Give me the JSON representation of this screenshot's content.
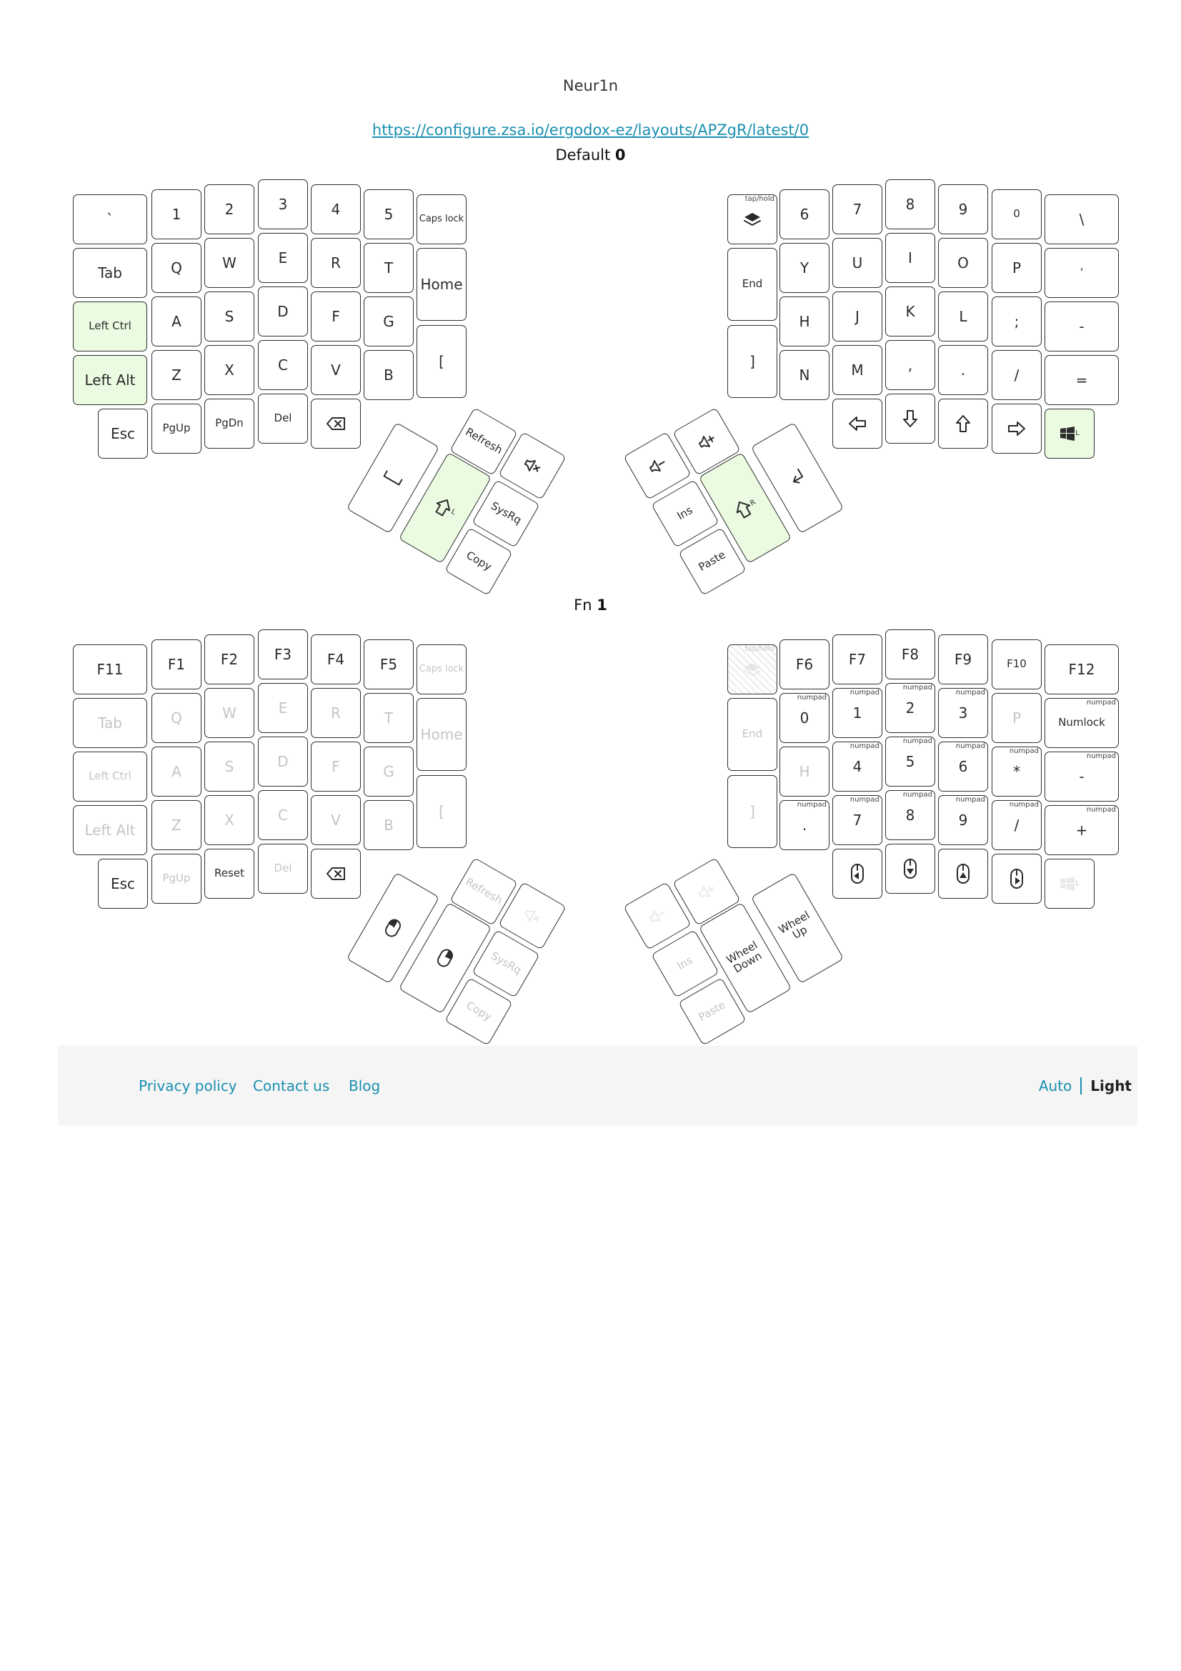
{
  "page": {
    "title": "Neur1n",
    "url": "https://configure.zsa.io/ergodox-ez/layouts/APZgR/latest/0"
  },
  "colors": {
    "highlight": "#ebfbe2",
    "link": "#1a8fb0",
    "dimmed_text": "#c4c4c4"
  },
  "layers": [
    {
      "name": "Default",
      "number": "0",
      "keys": {
        "L00": {
          "label": "`"
        },
        "L01": {
          "label": "1"
        },
        "L02": {
          "label": "2"
        },
        "L03": {
          "label": "3"
        },
        "L04": {
          "label": "4"
        },
        "L05": {
          "label": "5"
        },
        "L06": {
          "label": "Caps lock"
        },
        "L10": {
          "label": "Tab"
        },
        "L11": {
          "label": "Q"
        },
        "L12": {
          "label": "W"
        },
        "L13": {
          "label": "E"
        },
        "L14": {
          "label": "R"
        },
        "L15": {
          "label": "T"
        },
        "L16": {
          "label": "Home"
        },
        "L20": {
          "label": "Left Ctrl"
        },
        "L21": {
          "label": "A"
        },
        "L22": {
          "label": "S"
        },
        "L23": {
          "label": "D"
        },
        "L24": {
          "label": "F"
        },
        "L25": {
          "label": "G"
        },
        "L30": {
          "label": "Left Alt"
        },
        "L31": {
          "label": "Z"
        },
        "L32": {
          "label": "X"
        },
        "L33": {
          "label": "C"
        },
        "L34": {
          "label": "V"
        },
        "L35": {
          "label": "B"
        },
        "L36": {
          "label": "["
        },
        "L40": {
          "label": "Esc"
        },
        "L41": {
          "label": "PgUp"
        },
        "L42": {
          "label": "PgDn"
        },
        "L43": {
          "label": "Del"
        },
        "L44": {
          "label": "",
          "icon": "backspace-icon"
        },
        "LT0": {
          "label": "Refresh"
        },
        "LT1": {
          "label": "",
          "icon": "mute-icon"
        },
        "LT2": {
          "label": "SysRq"
        },
        "LT3": {
          "label": "Copy"
        },
        "LT4": {
          "label": "",
          "icon": "space-icon"
        },
        "LT5": {
          "label": "",
          "icon": "shift-icon",
          "sub": "L"
        },
        "R00": {
          "label": "",
          "icon": "layer-icon",
          "mod": "tap/hold"
        },
        "R01": {
          "label": "6"
        },
        "R02": {
          "label": "7"
        },
        "R03": {
          "label": "8"
        },
        "R04": {
          "label": "9"
        },
        "R05": {
          "label": "0"
        },
        "R06": {
          "label": "\\"
        },
        "R10": {
          "label": "End"
        },
        "R11": {
          "label": "Y"
        },
        "R12": {
          "label": "U"
        },
        "R13": {
          "label": "I"
        },
        "R14": {
          "label": "O"
        },
        "R15": {
          "label": "P"
        },
        "R16": {
          "label": "'"
        },
        "R21": {
          "label": "H"
        },
        "R22": {
          "label": "J"
        },
        "R23": {
          "label": "K"
        },
        "R24": {
          "label": "L"
        },
        "R25": {
          "label": ";"
        },
        "R26": {
          "label": "-"
        },
        "R30": {
          "label": "]"
        },
        "R31": {
          "label": "N"
        },
        "R32": {
          "label": "M"
        },
        "R33": {
          "label": ","
        },
        "R34": {
          "label": "."
        },
        "R35": {
          "label": "/"
        },
        "R36": {
          "label": "="
        },
        "R42": {
          "label": "",
          "icon": "arrow-left-icon"
        },
        "R43": {
          "label": "",
          "icon": "arrow-down-icon"
        },
        "R44": {
          "label": "",
          "icon": "arrow-up-icon"
        },
        "R45": {
          "label": "",
          "icon": "arrow-right-icon"
        },
        "R46": {
          "label": "",
          "icon": "windows-icon",
          "sub": "L"
        },
        "RT0": {
          "label": "",
          "icon": "volume-up-icon"
        },
        "RT1": {
          "label": "",
          "icon": "volume-down-icon"
        },
        "RT2": {
          "label": "Ins"
        },
        "RT3": {
          "label": "Paste"
        },
        "RT4": {
          "label": "",
          "icon": "shift-icon",
          "sub": "R"
        },
        "RT5": {
          "label": "",
          "icon": "enter-icon"
        }
      }
    },
    {
      "name": "Fn",
      "number": "1",
      "keys": {
        "L00": {
          "label": "F11"
        },
        "L01": {
          "label": "F1"
        },
        "L02": {
          "label": "F2"
        },
        "L03": {
          "label": "F3"
        },
        "L04": {
          "label": "F4"
        },
        "L05": {
          "label": "F5"
        },
        "L06": {
          "label": "Caps lock"
        },
        "L10": {
          "label": "Tab"
        },
        "L11": {
          "label": "Q"
        },
        "L12": {
          "label": "W"
        },
        "L13": {
          "label": "E"
        },
        "L14": {
          "label": "R"
        },
        "L15": {
          "label": "T"
        },
        "L16": {
          "label": "Home"
        },
        "L20": {
          "label": "Left Ctrl"
        },
        "L21": {
          "label": "A"
        },
        "L22": {
          "label": "S"
        },
        "L23": {
          "label": "D"
        },
        "L24": {
          "label": "F"
        },
        "L25": {
          "label": "G"
        },
        "L30": {
          "label": "Left Alt"
        },
        "L31": {
          "label": "Z"
        },
        "L32": {
          "label": "X"
        },
        "L33": {
          "label": "C"
        },
        "L34": {
          "label": "V"
        },
        "L35": {
          "label": "B"
        },
        "L36": {
          "label": "["
        },
        "L40": {
          "label": "Esc"
        },
        "L41": {
          "label": "PgUp"
        },
        "L42": {
          "label": "Reset"
        },
        "L43": {
          "label": "Del"
        },
        "L44": {
          "label": "",
          "icon": "backspace-icon"
        },
        "LT0": {
          "label": "Refresh"
        },
        "LT1": {
          "label": "",
          "icon": "mute-icon"
        },
        "LT2": {
          "label": "SysRq"
        },
        "LT3": {
          "label": "Copy"
        },
        "LT4": {
          "label": "",
          "icon": "mouse-left-click-icon"
        },
        "LT5": {
          "label": "",
          "icon": "mouse-right-click-icon"
        },
        "R00": {
          "label": "",
          "icon": "layer-icon",
          "mod": "tap/hold"
        },
        "R01": {
          "label": "F6"
        },
        "R02": {
          "label": "F7"
        },
        "R03": {
          "label": "F8"
        },
        "R04": {
          "label": "F9"
        },
        "R05": {
          "label": "F10"
        },
        "R06": {
          "label": "F12"
        },
        "R10": {
          "label": "End"
        },
        "R11": {
          "label": "0",
          "mod": "numpad"
        },
        "R12": {
          "label": "1",
          "mod": "numpad"
        },
        "R13": {
          "label": "2",
          "mod": "numpad"
        },
        "R14": {
          "label": "3",
          "mod": "numpad"
        },
        "R15": {
          "label": "P"
        },
        "R16": {
          "label": "Numlock",
          "mod": "numpad"
        },
        "R21": {
          "label": "H"
        },
        "R22": {
          "label": "4",
          "mod": "numpad"
        },
        "R23": {
          "label": "5",
          "mod": "numpad"
        },
        "R24": {
          "label": "6",
          "mod": "numpad"
        },
        "R25": {
          "label": "*",
          "mod": "numpad"
        },
        "R26": {
          "label": "-",
          "mod": "numpad"
        },
        "R30": {
          "label": "]"
        },
        "R31": {
          "label": ".",
          "mod": "numpad"
        },
        "R32": {
          "label": "7",
          "mod": "numpad"
        },
        "R33": {
          "label": "8",
          "mod": "numpad"
        },
        "R34": {
          "label": "9",
          "mod": "numpad"
        },
        "R35": {
          "label": "/",
          "mod": "numpad"
        },
        "R36": {
          "label": "+",
          "mod": "numpad"
        },
        "R42": {
          "label": "",
          "icon": "mouse-move-left-icon"
        },
        "R43": {
          "label": "",
          "icon": "mouse-move-down-icon"
        },
        "R44": {
          "label": "",
          "icon": "mouse-move-up-icon"
        },
        "R45": {
          "label": "",
          "icon": "mouse-move-right-icon"
        },
        "R46": {
          "label": "",
          "icon": "windows-icon",
          "sub": "L"
        },
        "RT0": {
          "label": "",
          "icon": "volume-up-icon"
        },
        "RT1": {
          "label": "",
          "icon": "volume-down-icon"
        },
        "RT2": {
          "label": "Ins"
        },
        "RT3": {
          "label": "Paste"
        },
        "RT4": {
          "label": "Wheel Down"
        },
        "RT5": {
          "label": "Wheel Up"
        }
      }
    }
  ],
  "footer": {
    "links": [
      "Privacy policy",
      "Contact us",
      "Blog"
    ],
    "theme_auto": "Auto",
    "theme_light": "Light"
  }
}
